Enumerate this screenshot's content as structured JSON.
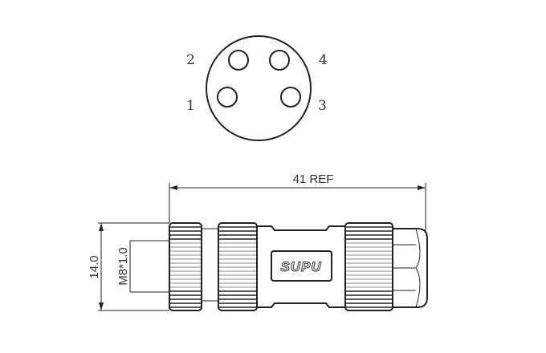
{
  "front_view": {
    "pins": [
      {
        "label": "1"
      },
      {
        "label": "2"
      },
      {
        "label": "3"
      },
      {
        "label": "4"
      }
    ]
  },
  "side_view": {
    "length_dimension": "41 REF",
    "diameter_dimension": "14.0",
    "thread_dimension": "M8*1.0",
    "brand_label": "SUPU"
  },
  "colors": {
    "line": "#222222",
    "background": "#ffffff"
  }
}
